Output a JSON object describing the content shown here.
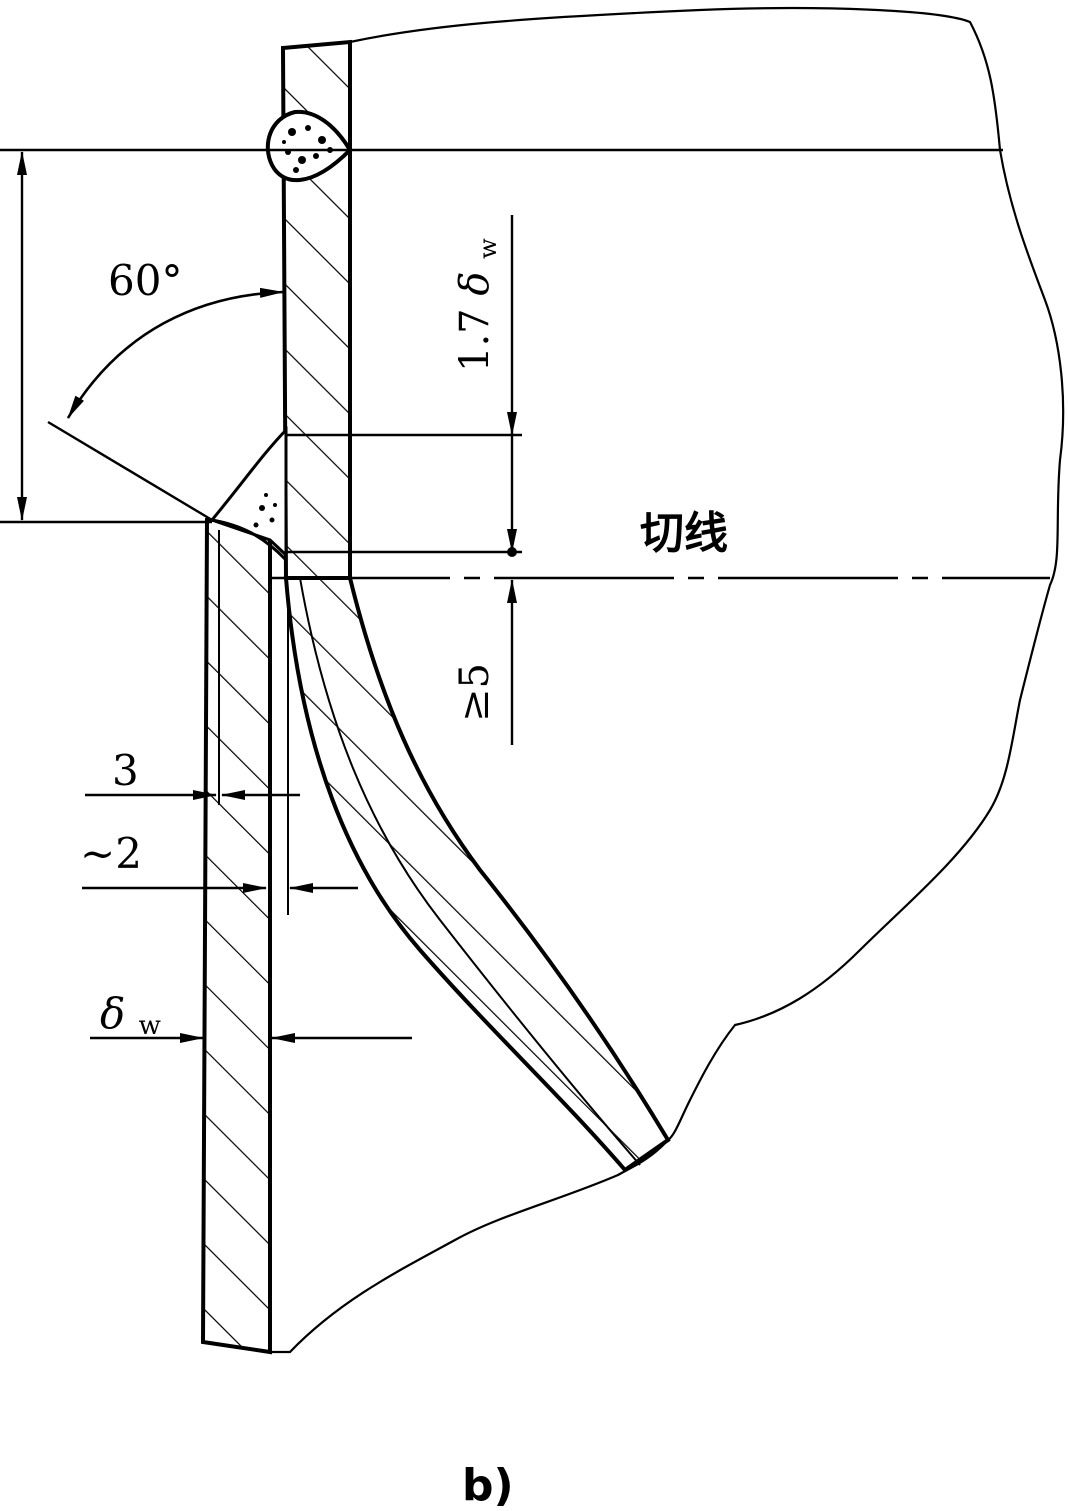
{
  "labels": {
    "angle": "60°",
    "thickness_ratio": "1.7",
    "delta": "δ",
    "sub_w": "w",
    "tangent_line": "切线",
    "min_dist": "≥5",
    "gap_3": "3",
    "gap_2": "~2",
    "caption": "b)"
  },
  "colors": {
    "ink": "#000000",
    "paper": "#ffffff"
  }
}
